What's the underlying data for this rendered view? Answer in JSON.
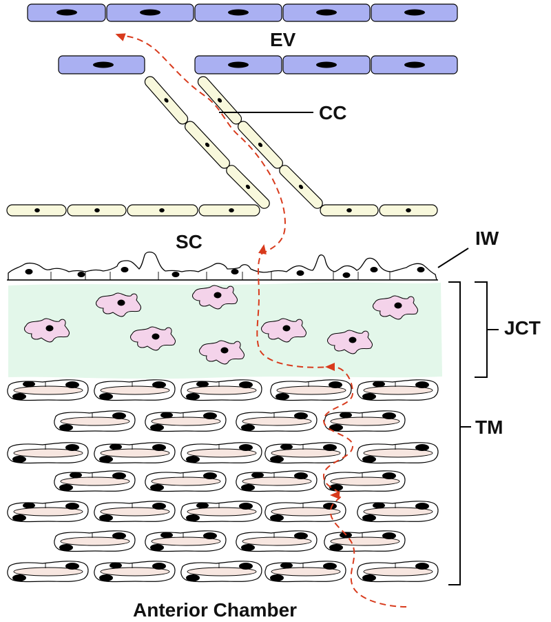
{
  "labels": {
    "ev": "EV",
    "cc": "CC",
    "sc": "SC",
    "iw": "IW",
    "jct": "JCT",
    "tm": "TM",
    "anterior_chamber": "Anterior Chamber"
  },
  "colors": {
    "episcleral_cell": "#aab0f2",
    "collector_cell": "#f8f8dc",
    "jct_region": "#e3f7ea",
    "jct_cell": "#f4d3ea",
    "tm_cell_inner": "#f7e6e0",
    "outflow_path": "#d83a1c",
    "nucleus": "#000000"
  }
}
